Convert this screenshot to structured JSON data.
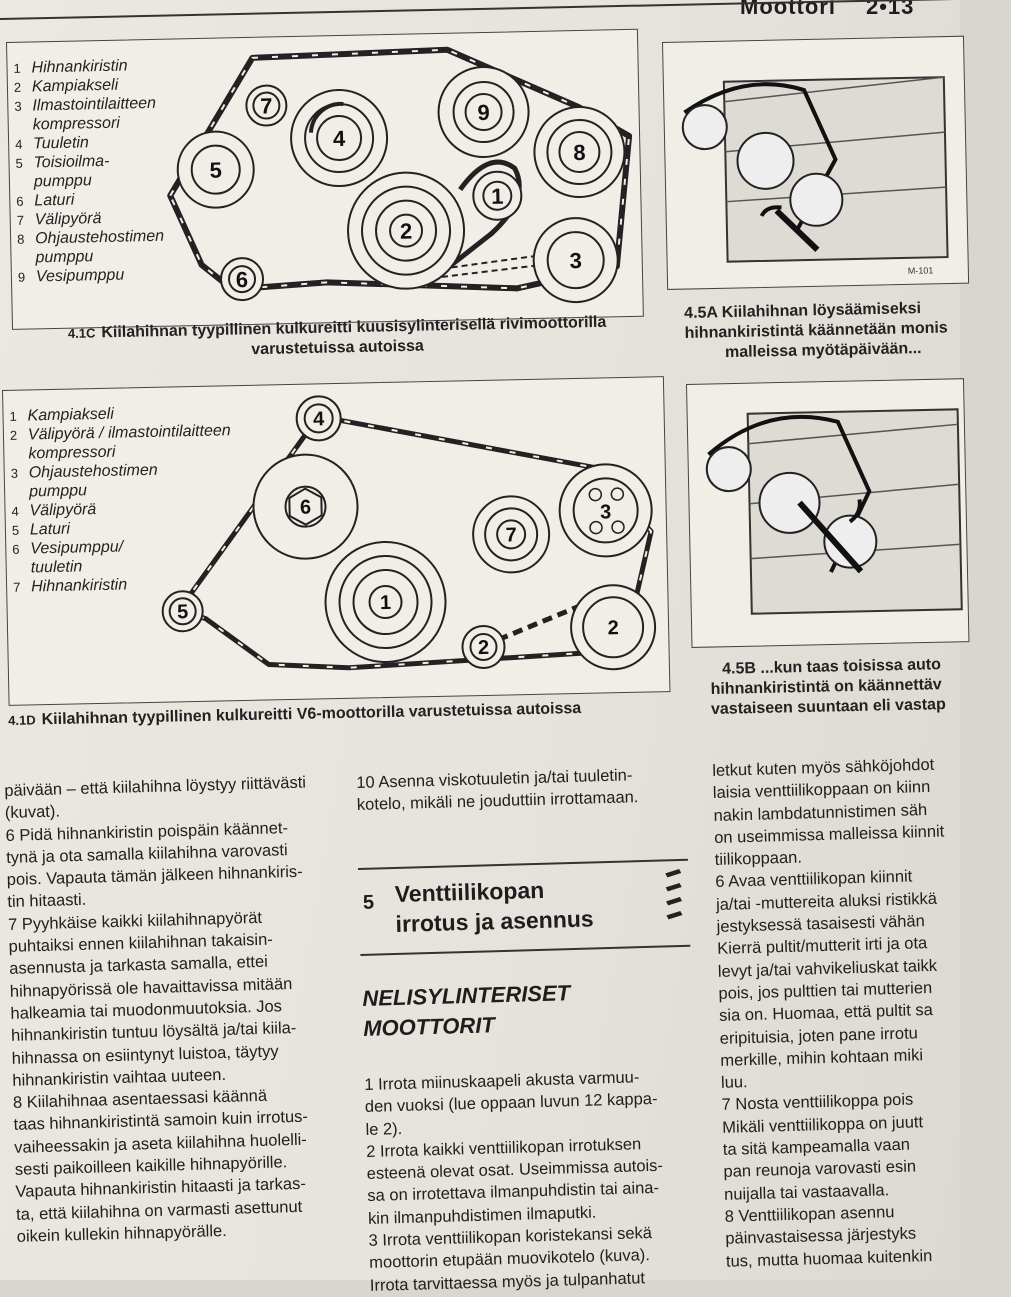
{
  "header": {
    "section": "Moottori",
    "page": "2•13"
  },
  "fig_4_1c": {
    "legend": [
      {
        "n": "1",
        "lines": [
          "Hihnankiristin"
        ]
      },
      {
        "n": "2",
        "lines": [
          "Kampiakseli"
        ]
      },
      {
        "n": "3",
        "lines": [
          "Ilmastointilaitteen",
          "kompressori"
        ]
      },
      {
        "n": "4",
        "lines": [
          "Tuuletin"
        ]
      },
      {
        "n": "5",
        "lines": [
          "Toisioilma-",
          "pumppu"
        ]
      },
      {
        "n": "6",
        "lines": [
          "Laturi"
        ]
      },
      {
        "n": "7",
        "lines": [
          "Välipyörä"
        ]
      },
      {
        "n": "8",
        "lines": [
          "Ohjaustehostimen",
          "pumppu"
        ]
      },
      {
        "n": "9",
        "lines": [
          "Vesipumppu"
        ]
      }
    ],
    "caption_num": "4.1C",
    "caption": [
      "Kiilahihnan tyypillinen kulkureitti kuusisylinterisellä rivimoottorilla",
      "varustetuissa autoissa"
    ]
  },
  "fig_4_1d": {
    "legend": [
      {
        "n": "1",
        "lines": [
          "Kampiakseli"
        ]
      },
      {
        "n": "2",
        "lines": [
          "Välipyörä / ilmastointilaitteen",
          "kompressori"
        ]
      },
      {
        "n": "3",
        "lines": [
          "Ohjaustehostimen",
          "pumppu"
        ]
      },
      {
        "n": "4",
        "lines": [
          "Välipyörä"
        ]
      },
      {
        "n": "5",
        "lines": [
          "Laturi"
        ]
      },
      {
        "n": "6",
        "lines": [
          "Vesipumppu/",
          "tuuletin"
        ]
      },
      {
        "n": "7",
        "lines": [
          "Hihnankiristin"
        ]
      }
    ],
    "caption_num": "4.1D",
    "caption": [
      "Kiilahihnan tyypillinen kulkureitti V6-moottorilla varustetuissa autoissa"
    ]
  },
  "fig_4_5a": {
    "code": "M-101",
    "caption": [
      "4.5A  Kiilahihnan löysäämiseksi",
      "hihnankiristintä käännetään monis",
      "malleissa myötäpäivään..."
    ]
  },
  "fig_4_5b": {
    "caption": [
      "4.5B  ...kun taas toisissa auto",
      "hihnankiristintä on käännettäv",
      "vastaiseen suuntaan eli vastap"
    ]
  },
  "col1": [
    "päivään – että kiilahihna löystyy riittävästi",
    "(kuvat).",
    "6  Pidä hihnankiristin poispäin käännet-",
    "tynä ja ota samalla kiilahihna varovasti",
    "pois. Vapauta tämän jälkeen hihnankiris-",
    "tin hitaasti.",
    "7  Pyyhkäise kaikki kiilahihnapyörät",
    "puhtaiksi ennen kiilahihnan takaisin-",
    "asennusta ja tarkasta samalla, ettei",
    "hihnapyörissä ole havaittavissa mitään",
    "halkeamia tai muodonmuutoksia. Jos",
    "hihnankiristin tuntuu löysältä ja/tai kiila-",
    "hihnassa on esiintynyt luistoa, täytyy",
    "hihnankiristin vaihtaa uuteen.",
    "8  Kiilahihnaa asentaessasi käännä",
    "taas hihnankiristintä samoin kuin irrotus-",
    "vaiheessakin ja aseta kiilahihna huolelli-",
    "sesti paikoilleen kaikille hihnapyörille.",
    "Vapauta hihnankiristin hitaasti ja tarkas-",
    "ta, että kiilahihna on varmasti asettunut",
    "oikein kullekin hihnapyörälle."
  ],
  "col2_top": [
    "10  Asenna viskotuuletin ja/tai tuuletin-",
    "kotelo, mikäli ne jouduttiin irrottamaan."
  ],
  "section": {
    "num": "5",
    "title": [
      "Venttiilikopan",
      "irrotus ja asennus"
    ]
  },
  "subhead": [
    "NELISYLINTERISET",
    "MOOTTORIT"
  ],
  "col2": [
    "1  Irrota miinuskaapeli akusta varmuu-",
    "den vuoksi (lue oppaan luvun 12 kappa-",
    "le 2).",
    "2  Irrota kaikki venttiilikopan irrotuksen",
    "esteenä olevat osat. Useimmissa autois-",
    "sa on irrotettava ilmanpuhdistin tai aina-",
    "kin ilmanpuhdistimen ilmaputki.",
    "3  Irrota venttiilikopan koristekansi sekä",
    "moottorin etupään muovikotelo (kuva).",
    "Irrota tarvittaessa myös ja tulpanhatut"
  ],
  "col3": [
    "letkut kuten myös sähköjohdot",
    "laisia venttiilikoppaan on kiinn",
    "nakin lambdatunnistimen säh",
    "on useimmissa malleissa kiinnit",
    "tiilikoppaan.",
    "6  Avaa venttiilikopan kiinnit",
    "ja/tai -muttereita aluksi ristikkä",
    "jestyksessä tasaisesti vähän",
    "Kierrä pultit/mutterit irti ja ota",
    "levyt ja/tai vahvikeliuskat taikk",
    "pois, jos pulttien tai mutterien",
    "sia on. Huomaa, että pultit sa",
    "eripituisia, joten pane irrotu",
    "merkille, mihin kohtaan miki",
    "luu.",
    "7  Nosta venttiilikoppa pois",
    "Mikäli venttiilikoppa on juutt",
    "ta sitä kampeamalla vaan",
    "pan reunoja varovasti esin",
    "nuijalla tai vastaavalla.",
    "8  Venttiilikopan asennu",
    "päinvastaisessa järjestyks",
    "tus, mutta huomaa kuitenkin"
  ]
}
